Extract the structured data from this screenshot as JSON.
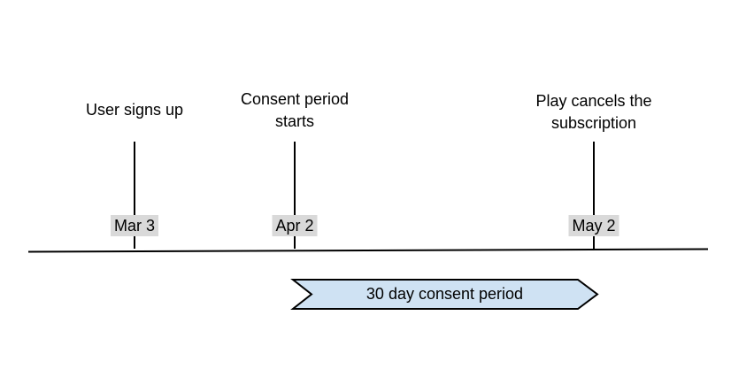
{
  "colors": {
    "background": "#ffffff",
    "text": "#000000",
    "line": "#000000",
    "date_chip_bg": "#d9d9d9",
    "ribbon_fill": "#cfe2f3",
    "ribbon_border": "#000000"
  },
  "timeline": {
    "events": [
      {
        "label": "User signs up",
        "date": "Mar 3"
      },
      {
        "label": "Consent period starts",
        "date": "Apr 2"
      },
      {
        "label": "Play cancels the subscription",
        "date": "May 2"
      }
    ]
  },
  "ribbon": {
    "label": "30 day consent period"
  }
}
